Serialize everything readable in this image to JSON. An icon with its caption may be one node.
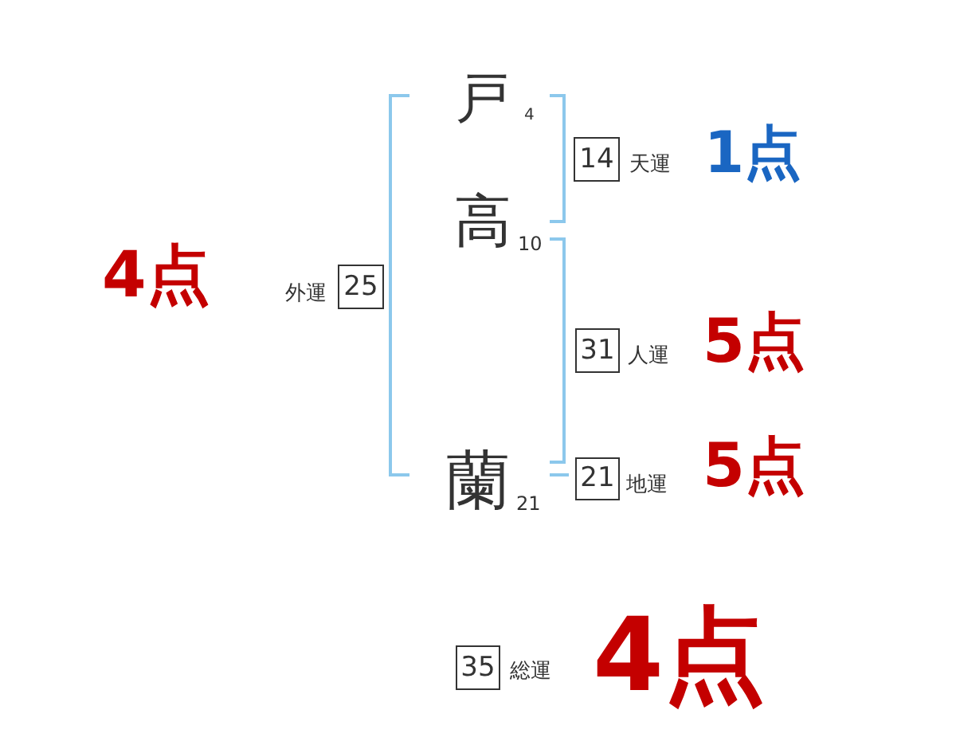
{
  "diagram": {
    "nodes": [
      {
        "text": [
          "14"
        ],
        "beside": [
          "天運",
          "1点"
        ]
      },
      {
        "text": [
          "25"
        ],
        "beside": [
          "外運",
          "4点"
        ]
      },
      {
        "text": [
          "31"
        ],
        "beside": [
          "人運",
          "5点"
        ]
      },
      {
        "text": [
          "21"
        ],
        "beside": [
          "地運",
          "5点"
        ]
      },
      {
        "text": [
          "35"
        ],
        "beside": [
          "総運",
          "4点"
        ]
      }
    ],
    "labels": [
      "戸",
      "4",
      "高",
      "10",
      "蘭",
      "21"
    ]
  }
}
